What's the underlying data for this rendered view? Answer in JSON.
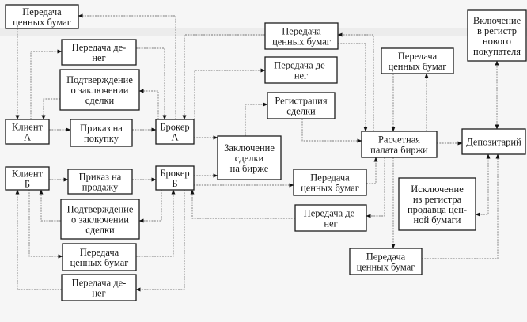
{
  "diagram": {
    "title": "Схема исполнения биржевой сделки",
    "colors": {
      "background": "#f6f6f6",
      "box_border": "#1c1c1c",
      "connector": "#7a7a7a",
      "arrow": "#111111"
    },
    "boxes": [
      {
        "id": "securities_top_left",
        "lines": [
          "Передача",
          "ценных бумаг"
        ]
      },
      {
        "id": "money_top_left",
        "lines": [
          "Передача де-",
          "нег"
        ]
      },
      {
        "id": "confirm_top",
        "lines": [
          "Подтверждение",
          "о заключении",
          "сделки"
        ]
      },
      {
        "id": "client_a",
        "lines": [
          "Клиент",
          "А"
        ]
      },
      {
        "id": "order_buy",
        "lines": [
          "Приказ на",
          "покупку"
        ]
      },
      {
        "id": "broker_a",
        "lines": [
          "Брокер",
          "А"
        ]
      },
      {
        "id": "client_b",
        "lines": [
          "Клиент",
          "Б"
        ]
      },
      {
        "id": "order_sell",
        "lines": [
          "Приказ на",
          "продажу"
        ]
      },
      {
        "id": "broker_b",
        "lines": [
          "Брокер",
          "Б"
        ]
      },
      {
        "id": "confirm_bottom",
        "lines": [
          "Подтверждение",
          "о заключении",
          "сделки"
        ]
      },
      {
        "id": "securities_bottom_left",
        "lines": [
          "Передача",
          "ценных бумаг"
        ]
      },
      {
        "id": "money_bottom_left",
        "lines": [
          "Передача де-",
          "нег"
        ]
      },
      {
        "id": "securities_top_mid",
        "lines": [
          "Передача",
          "ценных бумаг"
        ]
      },
      {
        "id": "money_top_mid",
        "lines": [
          "Передача де-",
          "нег"
        ]
      },
      {
        "id": "registration",
        "lines": [
          "Регистрация",
          "сделки"
        ]
      },
      {
        "id": "deal",
        "lines": [
          "Заключение",
          "сделки",
          "на бирже"
        ]
      },
      {
        "id": "securities_mid",
        "lines": [
          "Передача",
          "ценных бумаг"
        ]
      },
      {
        "id": "money_mid",
        "lines": [
          "Передача де-",
          "нег"
        ]
      },
      {
        "id": "securities_right_top",
        "lines": [
          "Передача",
          "ценных бумаг"
        ]
      },
      {
        "id": "clearing",
        "lines": [
          "Расчетная",
          "палата биржи"
        ]
      },
      {
        "id": "depository",
        "lines": [
          "Депозитарий"
        ]
      },
      {
        "id": "include_register",
        "lines": [
          "Включение",
          "в регистр",
          "нового",
          "покупателя"
        ]
      },
      {
        "id": "exclude_register",
        "lines": [
          "Исключение",
          "из регистра",
          "продавца цен-",
          "ной бумаги"
        ]
      },
      {
        "id": "securities_bottom_right",
        "lines": [
          "Передача",
          "ценных бумаг"
        ]
      }
    ],
    "connections": [
      {
        "from": "broker_a",
        "to": "securities_top_left"
      },
      {
        "from": "securities_top_left",
        "to": "client_a"
      },
      {
        "from": "client_a",
        "to": "money_top_left"
      },
      {
        "from": "confirm_top",
        "to": "client_a"
      },
      {
        "from": "money_top_left",
        "to": "broker_a"
      },
      {
        "from": "broker_a",
        "to": "confirm_top"
      },
      {
        "from": "client_a",
        "to": "order_buy"
      },
      {
        "from": "order_buy",
        "to": "broker_a"
      },
      {
        "from": "securities_top_mid",
        "to": "broker_a"
      },
      {
        "from": "broker_a",
        "to": "money_top_mid"
      },
      {
        "from": "deal",
        "to": "registration"
      },
      {
        "from": "broker_a",
        "to": "deal"
      },
      {
        "from": "broker_b",
        "to": "deal"
      },
      {
        "from": "registration",
        "to": "clearing"
      },
      {
        "from": "securities_top_mid",
        "to": "clearing"
      },
      {
        "from": "clearing",
        "to": "securities_top_mid"
      },
      {
        "from": "securities_right_top",
        "to": "clearing"
      },
      {
        "from": "clearing",
        "to": "securities_right_top"
      },
      {
        "from": "clearing",
        "to": "depository"
      },
      {
        "from": "include_register",
        "to": "depository",
        "bidirectional": true
      },
      {
        "from": "client_b",
        "to": "order_sell"
      },
      {
        "from": "order_sell",
        "to": "broker_b"
      },
      {
        "from": "broker_b",
        "to": "securities_mid"
      },
      {
        "from": "securities_mid",
        "to": "clearing"
      },
      {
        "from": "clearing",
        "to": "money_mid"
      },
      {
        "from": "clearing",
        "to": "securities_bottom_right"
      },
      {
        "from": "money_mid",
        "to": "broker_b"
      },
      {
        "from": "broker_b",
        "to": "confirm_bottom"
      },
      {
        "from": "securities_bottom_left",
        "to": "broker_b"
      },
      {
        "from": "broker_b",
        "to": "money_bottom_left"
      },
      {
        "from": "confirm_bottom",
        "to": "client_b"
      },
      {
        "from": "client_b",
        "to": "securities_bottom_left"
      },
      {
        "from": "money_bottom_left",
        "to": "client_b"
      },
      {
        "from": "exclude_register",
        "to": "depository",
        "bidirectional": true
      },
      {
        "from": "securities_bottom_right",
        "to": "depository"
      }
    ]
  }
}
